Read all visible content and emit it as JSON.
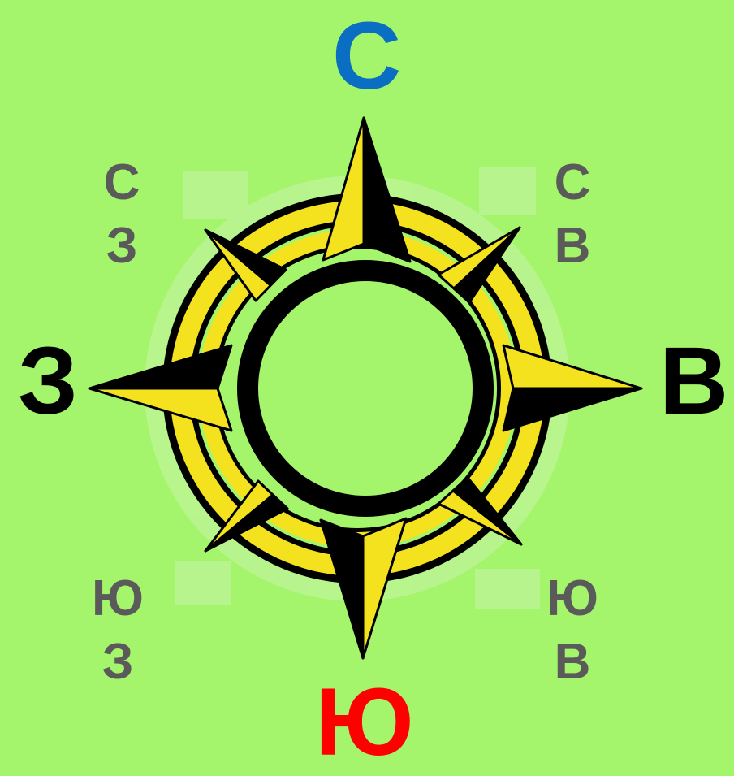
{
  "cardinals": {
    "north": "С",
    "south": "Ю",
    "west": "З",
    "east": "В"
  },
  "intercardinals": {
    "northwest": {
      "line1": "С",
      "line2": "З"
    },
    "northeast": {
      "line1": "С",
      "line2": "В"
    },
    "southwest": {
      "line1": "Ю",
      "line2": "З"
    },
    "southeast": {
      "line1": "Ю",
      "line2": "В"
    }
  },
  "colors": {
    "background": "#a4f56c",
    "north_label": "#0a6fc2",
    "south_label": "#ff0000",
    "west_east_label": "#000000",
    "intercardinal_label": "#5a5a5a",
    "rose_fill": "#f5e21e",
    "rose_outline": "#000000"
  },
  "icons": {
    "compass_rose": "compass-rose-icon"
  }
}
